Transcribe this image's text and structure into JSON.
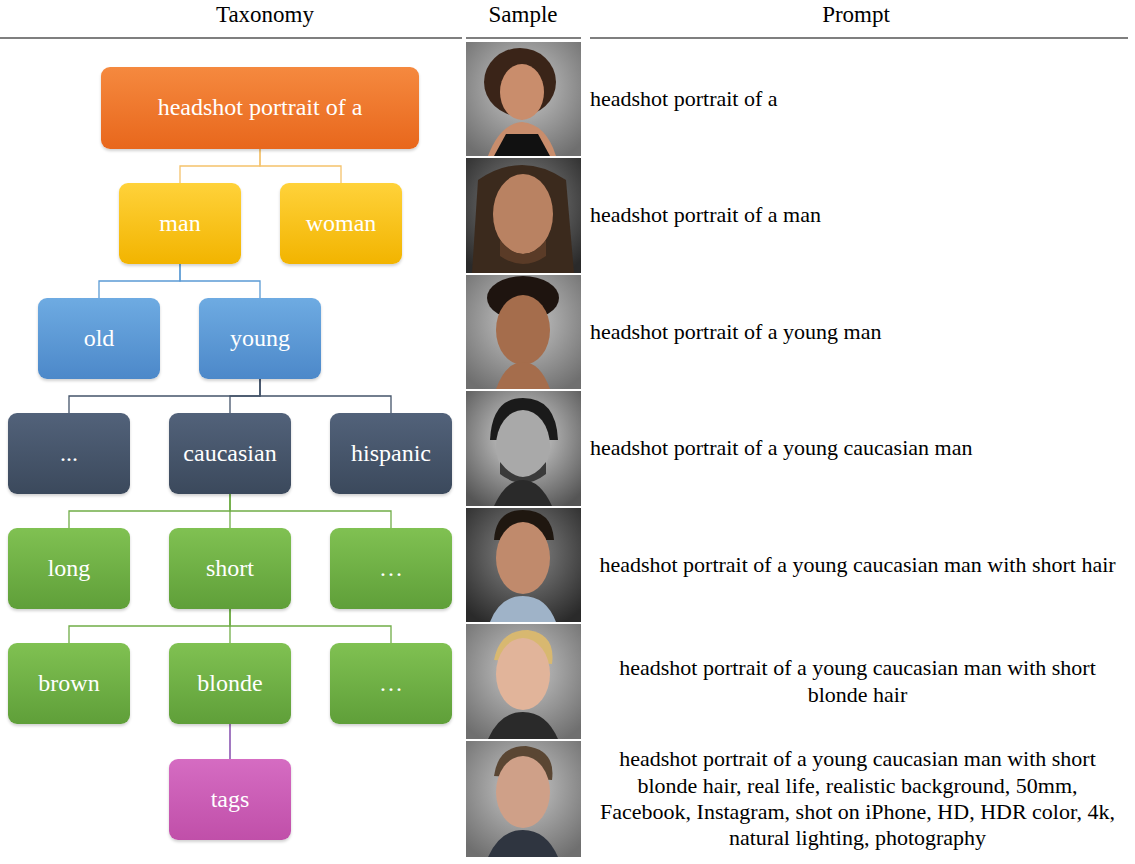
{
  "diagram": {
    "nodes": [
      {
        "text": [
          "headshot portrait of a"
        ]
      },
      {
        "text": [
          "man"
        ]
      },
      {
        "text": [
          "woman"
        ]
      },
      {
        "text": [
          "old"
        ]
      },
      {
        "text": [
          "young"
        ]
      },
      {
        "text": [
          "..."
        ]
      },
      {
        "text": [
          "caucasian"
        ]
      },
      {
        "text": [
          "hispanic"
        ]
      },
      {
        "text": [
          "long"
        ]
      },
      {
        "text": [
          "short"
        ]
      },
      {
        "text": [
          "…"
        ]
      },
      {
        "text": [
          "brown"
        ]
      },
      {
        "text": [
          "blonde"
        ]
      },
      {
        "text": [
          "…"
        ]
      },
      {
        "text": [
          "tags"
        ]
      }
    ],
    "edges": [
      {
        "from": 0,
        "to": 1,
        "arrow": "none"
      },
      {
        "from": 0,
        "to": 2,
        "arrow": "none"
      },
      {
        "from": 1,
        "to": 3,
        "arrow": "none"
      },
      {
        "from": 1,
        "to": 4,
        "arrow": "none"
      },
      {
        "from": 4,
        "to": 5,
        "arrow": "none"
      },
      {
        "from": 4,
        "to": 6,
        "arrow": "none"
      },
      {
        "from": 4,
        "to": 7,
        "arrow": "none"
      },
      {
        "from": 6,
        "to": 8,
        "arrow": "none"
      },
      {
        "from": 6,
        "to": 9,
        "arrow": "none"
      },
      {
        "from": 6,
        "to": 10,
        "arrow": "none"
      },
      {
        "from": 9,
        "to": 11,
        "arrow": "none"
      },
      {
        "from": 9,
        "to": 12,
        "arrow": "none"
      },
      {
        "from": 9,
        "to": 13,
        "arrow": "none"
      },
      {
        "from": 12,
        "to": 14,
        "arrow": "none"
      }
    ],
    "labels": [
      "Taxonomy",
      "Sample",
      "Prompt",
      "headshot portrait of a",
      "headshot portrait of a man",
      "headshot portrait of a young man",
      "headshot portrait of a young caucasian man",
      "headshot portrait of a young caucasian man with short hair",
      "headshot portrait of a young caucasian man with short blonde hair",
      "headshot portrait of a young caucasian man with short blonde hair, real life, realistic background, 50mm, Facebook, Instagram, shot on iPhone, HD, HDR color, 4k, natural lighting, photography"
    ]
  }
}
